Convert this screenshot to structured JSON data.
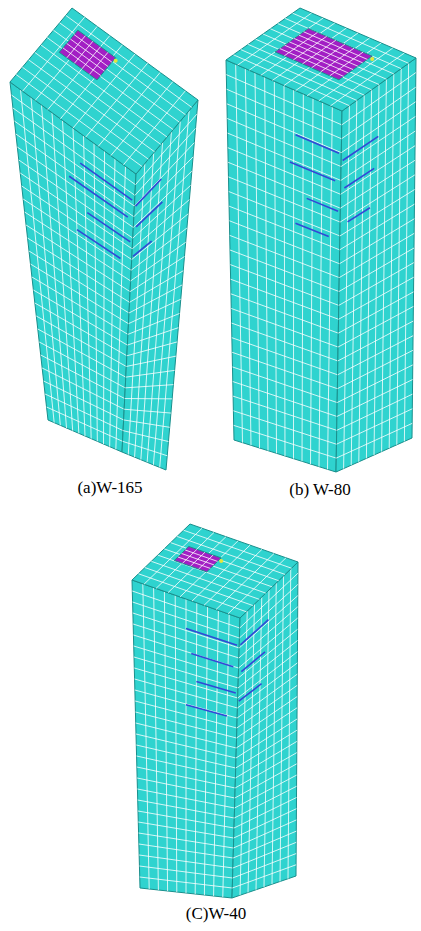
{
  "diagram": {
    "labels": [
      "(a)W-165",
      "(b) W-80",
      "(C)W-40"
    ]
  }
}
